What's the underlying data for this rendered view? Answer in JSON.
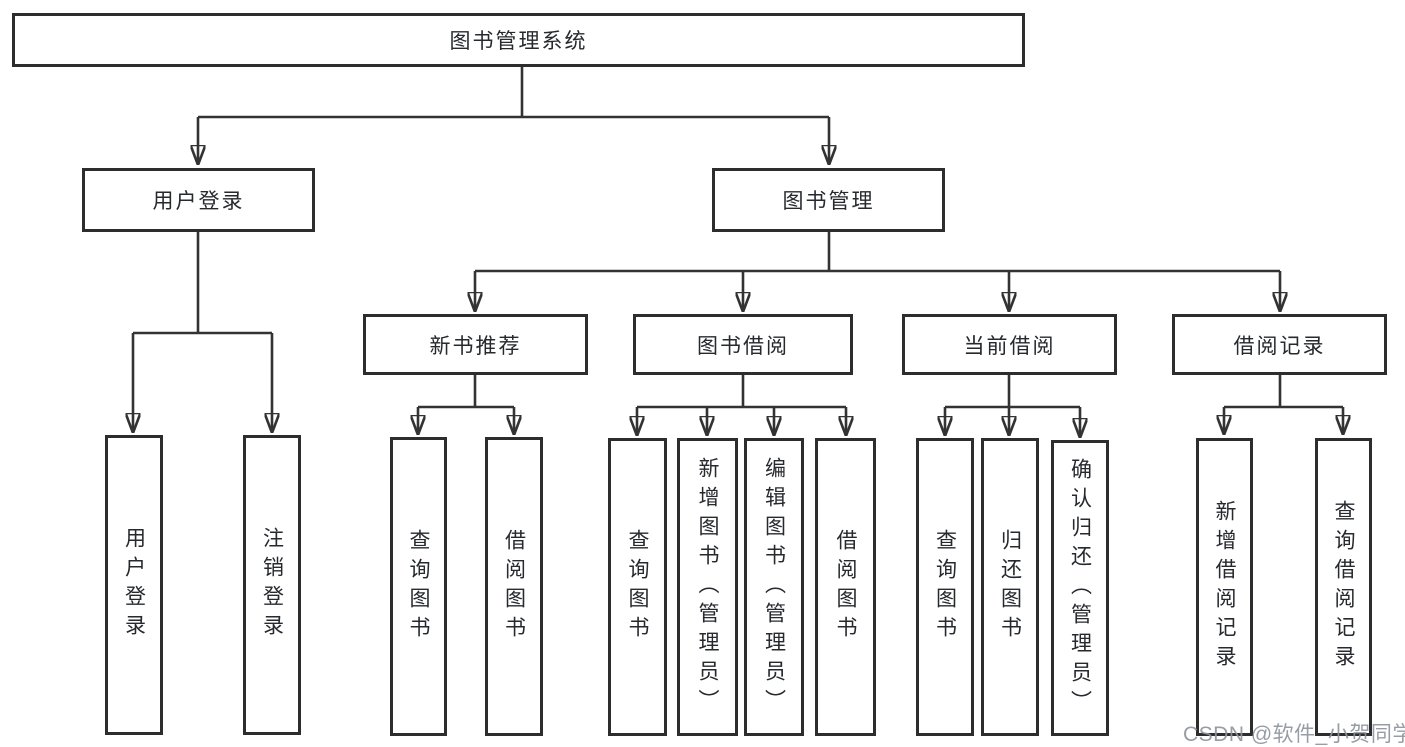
{
  "diagram": {
    "title": "图书管理系统",
    "branches": [
      {
        "label": "用户登录",
        "children": [
          {
            "label": "用户登录"
          },
          {
            "label": "注销登录"
          }
        ]
      },
      {
        "label": "图书管理",
        "children": [
          {
            "label": "新书推荐",
            "children": [
              {
                "label": "查询图书"
              },
              {
                "label": "借阅图书"
              }
            ]
          },
          {
            "label": "图书借阅",
            "children": [
              {
                "label": "查询图书"
              },
              {
                "label": "新增图书（管理员）"
              },
              {
                "label": "编辑图书（管理员）"
              },
              {
                "label": "借阅图书"
              }
            ]
          },
          {
            "label": "当前借阅",
            "children": [
              {
                "label": "查询图书"
              },
              {
                "label": "归还图书"
              },
              {
                "label": "确认归还（管理员）"
              }
            ]
          },
          {
            "label": "借阅记录",
            "children": [
              {
                "label": "新增借阅记录"
              },
              {
                "label": "查询借阅记录"
              }
            ]
          }
        ]
      }
    ]
  },
  "watermark": {
    "text": "CSDN @软件_小贺同学",
    "color": "#8e959c"
  },
  "colors": {
    "line": "#333333",
    "box_border": "#2d2d2d",
    "text": "#26292e",
    "background": "#ffffff"
  }
}
